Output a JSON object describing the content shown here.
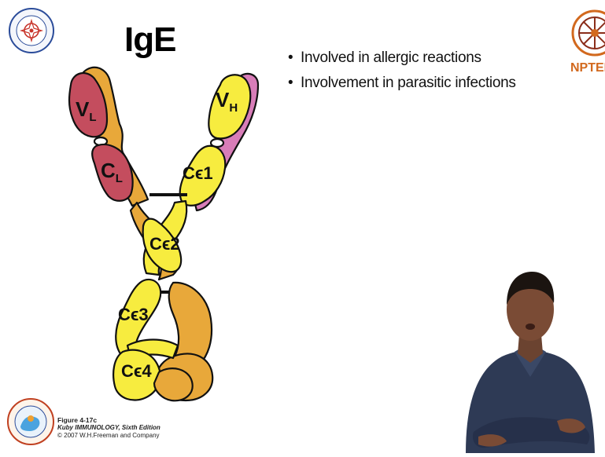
{
  "slide": {
    "title": "IgE",
    "bullets": [
      "Involved in allergic reactions",
      "Involvement in parasitic infections"
    ]
  },
  "diagram": {
    "labels": {
      "vl_main": "V",
      "vl_sub": "L",
      "cl_main": "C",
      "cl_sub": "L",
      "vh_main": "V",
      "vh_sub": "H",
      "ce1": "Cϵ1",
      "ce2": "Cϵ2",
      "ce3": "Cϵ3",
      "ce4": "Cϵ4"
    },
    "colors": {
      "light_chain": "#c44d5e",
      "heavy_chain_a": "#e8a83a",
      "heavy_chain_b": "#f7ec3f",
      "vh_pink": "#d87db8",
      "outline": "#111111"
    }
  },
  "branding": {
    "nptel": "NPTEL"
  },
  "caption": {
    "figure": "Figure 4-17c",
    "book": "Kuby IMMUNOLOGY, Sixth Edition",
    "copyright": "© 2007 W.H.Freeman and Company"
  }
}
